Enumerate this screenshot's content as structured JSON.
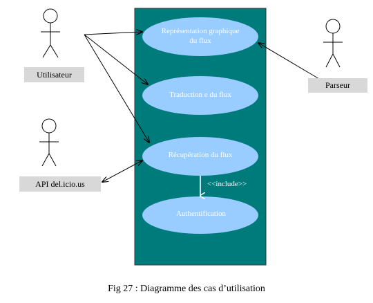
{
  "actors": {
    "utilisateur": "Utilisateur",
    "parseur": "Parseur",
    "api": "API del.icio.us"
  },
  "use_cases": {
    "representation": "Représentation graphique du flux",
    "traduction": "Traduction e du flux",
    "recuperation": "Récupération du flux",
    "authentification": "Authentification"
  },
  "relations": {
    "include": "<<include>>"
  },
  "caption": "Fig 27 : Diagramme des cas d’utilisation",
  "colors": {
    "system_box": "#007b7b",
    "use_case_fill": "#99ccff",
    "label_box": "#d8d8d8"
  }
}
